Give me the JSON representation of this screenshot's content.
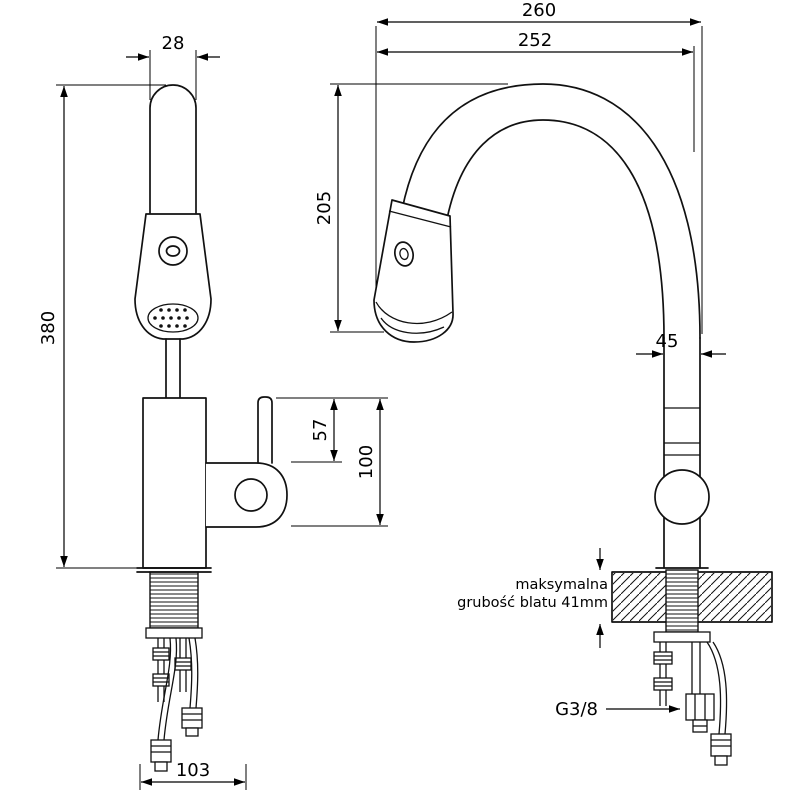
{
  "colors": {
    "ink": "#111111",
    "background": "#ffffff"
  },
  "dims": {
    "overall_reach": "260",
    "spout_reach": "252",
    "head_width": "28",
    "spout_height": "205",
    "total_height": "380",
    "body_width": "45",
    "handle_height": "57",
    "body_height": "100",
    "base_width": "103",
    "thread": "G3/8"
  },
  "notes": {
    "counter_line1": "maksymalna",
    "counter_line2": "grubość blatu 41mm"
  }
}
